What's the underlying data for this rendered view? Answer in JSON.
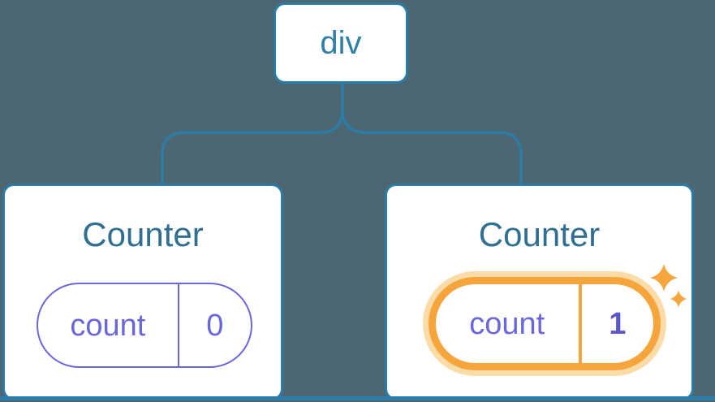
{
  "diagram": {
    "type": "component-tree",
    "root": {
      "label": "div"
    },
    "children": [
      {
        "title": "Counter",
        "state": {
          "key": "count",
          "value": "0"
        },
        "highlighted": false
      },
      {
        "title": "Counter",
        "state": {
          "key": "count",
          "value": "1"
        },
        "highlighted": true
      }
    ]
  },
  "icons": {
    "highlight": "sparkles"
  },
  "theme": {
    "background": "#4C6771",
    "line_blue": "#2B7CA7",
    "root_text_blue": "#2F7FA8",
    "title_blue": "#306E92",
    "state_purple": "#6A66DB",
    "state_value_bold_purple": "#5B58CE",
    "highlight_orange": "#F5A53C",
    "highlight_glow": "#FBDCA8",
    "card_background": "#FFFFFF"
  }
}
